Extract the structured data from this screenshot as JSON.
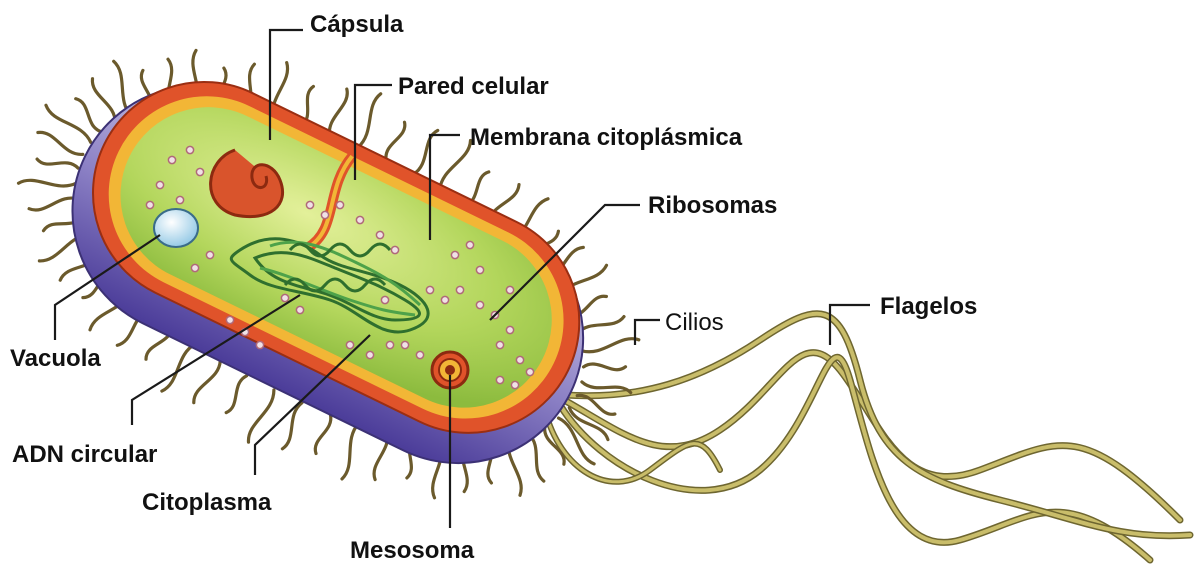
{
  "labels": {
    "capsula": "Cápsula",
    "pared_celular": "Pared celular",
    "membrana": "Membrana citoplásmica",
    "ribosomas": "Ribosomas",
    "cilios": "Cilios",
    "flagelos": "Flagelos",
    "vacuola": "Vacuola",
    "adn": "ADN circular",
    "citoplasma": "Citoplasma",
    "mesosoma": "Mesosoma"
  },
  "colors": {
    "capsule_top": "#9b93c9",
    "capsule_bottom": "#5a4aa6",
    "cell_wall": "#e0532a",
    "membrane": "#f0b030",
    "cytoplasm": "#a6cf52",
    "cytoplasm_light": "#d5ea8a",
    "dna": "#3f8a3c",
    "hair": "#7a6a3a",
    "flagella": "#b7aa5c",
    "ribosome": "#c97a8a",
    "vacuole": "#bfe0f2"
  }
}
